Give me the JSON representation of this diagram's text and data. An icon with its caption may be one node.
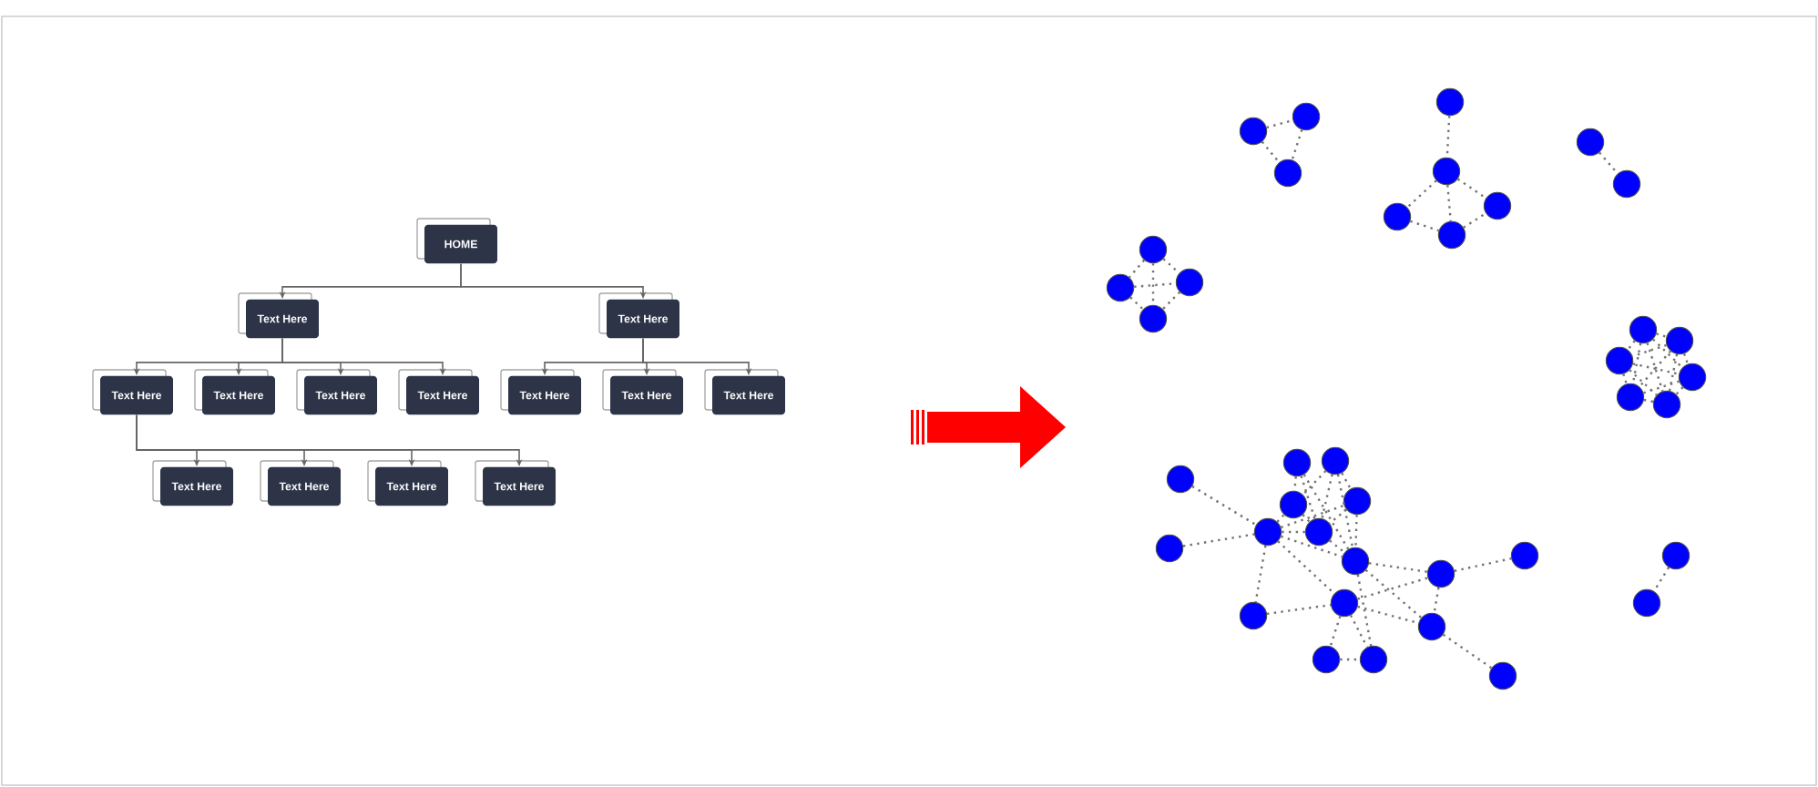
{
  "diagram": {
    "nodes": [
      {
        "text": [
          "HOME"
        ]
      },
      {
        "text": [
          "Text Here"
        ]
      },
      {
        "text": [
          "Text Here"
        ]
      },
      {
        "text": [
          "Text Here"
        ]
      },
      {
        "text": [
          "Text Here"
        ]
      },
      {
        "text": [
          "Text Here"
        ]
      },
      {
        "text": [
          "Text Here"
        ]
      },
      {
        "text": [
          "Text Here"
        ]
      },
      {
        "text": [
          "Text Here"
        ]
      },
      {
        "text": [
          "Text Here"
        ]
      },
      {
        "text": [
          "Text Here"
        ]
      },
      {
        "text": [
          "Text Here"
        ]
      },
      {
        "text": [
          "Text Here"
        ]
      },
      {
        "text": [
          "Text Here"
        ]
      },
      {
        "text": [],
        "shape": "circle"
      },
      {
        "text": [],
        "shape": "circle"
      },
      {
        "text": [],
        "shape": "circle"
      },
      {
        "text": [],
        "shape": "circle"
      },
      {
        "text": [],
        "shape": "circle"
      },
      {
        "text": [],
        "shape": "circle"
      },
      {
        "text": [],
        "shape": "circle"
      },
      {
        "text": [],
        "shape": "circle"
      },
      {
        "text": [],
        "shape": "circle"
      },
      {
        "text": [],
        "shape": "circle"
      },
      {
        "text": [],
        "shape": "circle"
      },
      {
        "text": [],
        "shape": "circle"
      },
      {
        "text": [],
        "shape": "circle"
      },
      {
        "text": [],
        "shape": "circle"
      },
      {
        "text": [],
        "shape": "circle"
      },
      {
        "text": [],
        "shape": "circle"
      },
      {
        "text": [],
        "shape": "circle"
      },
      {
        "text": [],
        "shape": "circle"
      },
      {
        "text": [],
        "shape": "circle"
      },
      {
        "text": [],
        "shape": "circle"
      },
      {
        "text": [],
        "shape": "circle"
      },
      {
        "text": [],
        "shape": "circle"
      },
      {
        "text": [],
        "shape": "circle"
      },
      {
        "text": [],
        "shape": "circle"
      },
      {
        "text": [],
        "shape": "circle"
      },
      {
        "text": [],
        "shape": "circle"
      },
      {
        "text": [],
        "shape": "circle"
      },
      {
        "text": [],
        "shape": "circle"
      },
      {
        "text": [],
        "shape": "circle"
      },
      {
        "text": [],
        "shape": "circle"
      },
      {
        "text": [],
        "shape": "circle"
      },
      {
        "text": [],
        "shape": "circle"
      },
      {
        "text": [],
        "shape": "circle"
      },
      {
        "text": [],
        "shape": "circle"
      },
      {
        "text": [],
        "shape": "circle"
      },
      {
        "text": [],
        "shape": "circle"
      },
      {
        "text": [],
        "shape": "circle"
      },
      {
        "text": [],
        "shape": "circle"
      },
      {
        "text": [],
        "shape": "circle"
      }
    ],
    "edges": [
      {
        "from": 0,
        "to": 1,
        "arrow": "to"
      },
      {
        "from": 0,
        "to": 2,
        "arrow": "to"
      },
      {
        "from": 1,
        "to": 3,
        "arrow": "to"
      },
      {
        "from": 1,
        "to": 4,
        "arrow": "to"
      },
      {
        "from": 1,
        "to": 5,
        "arrow": "to"
      },
      {
        "from": 1,
        "to": 6,
        "arrow": "to"
      },
      {
        "from": 2,
        "to": 7,
        "arrow": "to"
      },
      {
        "from": 2,
        "to": 8,
        "arrow": "to"
      },
      {
        "from": 2,
        "to": 9,
        "arrow": "to"
      },
      {
        "from": 3,
        "to": 10,
        "arrow": "to"
      },
      {
        "from": 3,
        "to": 11,
        "arrow": "to"
      },
      {
        "from": 3,
        "to": 12,
        "arrow": "to"
      },
      {
        "from": 3,
        "to": 13,
        "arrow": "to"
      },
      {
        "from": 14,
        "to": 15,
        "arrow": "none",
        "style": "dashed"
      },
      {
        "from": 15,
        "to": 16,
        "arrow": "none",
        "style": "dashed"
      },
      {
        "from": 14,
        "to": 16,
        "arrow": "none",
        "style": "dashed"
      },
      {
        "from": 17,
        "to": 18,
        "arrow": "none",
        "style": "dashed"
      },
      {
        "from": 18,
        "to": 19,
        "arrow": "none",
        "style": "dashed"
      },
      {
        "from": 18,
        "to": 20,
        "arrow": "none",
        "style": "dashed"
      },
      {
        "from": 18,
        "to": 21,
        "arrow": "none",
        "style": "dashed"
      },
      {
        "from": 19,
        "to": 20,
        "arrow": "none",
        "style": "dashed"
      },
      {
        "from": 20,
        "to": 21,
        "arrow": "none",
        "style": "dashed"
      },
      {
        "from": 22,
        "to": 23,
        "arrow": "none",
        "style": "dashed"
      },
      {
        "from": 24,
        "to": 25,
        "arrow": "none",
        "style": "dashed"
      },
      {
        "from": 24,
        "to": 26,
        "arrow": "none",
        "style": "dashed"
      },
      {
        "from": 24,
        "to": 27,
        "arrow": "none",
        "style": "dashed"
      },
      {
        "from": 25,
        "to": 26,
        "arrow": "none",
        "style": "dashed"
      },
      {
        "from": 25,
        "to": 27,
        "arrow": "none",
        "style": "dashed"
      },
      {
        "from": 26,
        "to": 27,
        "arrow": "none",
        "style": "dashed"
      },
      {
        "from": 28,
        "to": 29,
        "arrow": "none",
        "style": "dashed"
      },
      {
        "from": 28,
        "to": 30,
        "arrow": "none",
        "style": "dashed"
      },
      {
        "from": 28,
        "to": 31,
        "arrow": "none",
        "style": "dashed"
      },
      {
        "from": 28,
        "to": 32,
        "arrow": "none",
        "style": "dashed"
      },
      {
        "from": 28,
        "to": 33,
        "arrow": "none",
        "style": "dashed"
      },
      {
        "from": 29,
        "to": 30,
        "arrow": "none",
        "style": "dashed"
      },
      {
        "from": 29,
        "to": 31,
        "arrow": "none",
        "style": "dashed"
      },
      {
        "from": 29,
        "to": 32,
        "arrow": "none",
        "style": "dashed"
      },
      {
        "from": 29,
        "to": 33,
        "arrow": "none",
        "style": "dashed"
      },
      {
        "from": 30,
        "to": 31,
        "arrow": "none",
        "style": "dashed"
      },
      {
        "from": 30,
        "to": 32,
        "arrow": "none",
        "style": "dashed"
      },
      {
        "from": 30,
        "to": 33,
        "arrow": "none",
        "style": "dashed"
      },
      {
        "from": 31,
        "to": 32,
        "arrow": "none",
        "style": "dashed"
      },
      {
        "from": 31,
        "to": 33,
        "arrow": "none",
        "style": "dashed"
      },
      {
        "from": 32,
        "to": 33,
        "arrow": "none",
        "style": "dashed"
      },
      {
        "from": 34,
        "to": 35,
        "arrow": "none",
        "style": "dashed"
      },
      {
        "from": 36,
        "to": 42,
        "arrow": "none",
        "style": "dashed"
      },
      {
        "from": 41,
        "to": 42,
        "arrow": "none",
        "style": "dashed"
      },
      {
        "from": 42,
        "to": 39,
        "arrow": "none",
        "style": "dashed"
      },
      {
        "from": 42,
        "to": 40,
        "arrow": "none",
        "style": "dashed"
      },
      {
        "from": 42,
        "to": 43,
        "arrow": "none",
        "style": "dashed"
      },
      {
        "from": 42,
        "to": 44,
        "arrow": "none",
        "style": "dashed"
      },
      {
        "from": 42,
        "to": 48,
        "arrow": "none",
        "style": "dashed"
      },
      {
        "from": 42,
        "to": 47,
        "arrow": "none",
        "style": "dashed"
      },
      {
        "from": 47,
        "to": 48,
        "arrow": "none",
        "style": "dashed"
      },
      {
        "from": 37,
        "to": 39,
        "arrow": "none",
        "style": "dashed"
      },
      {
        "from": 37,
        "to": 43,
        "arrow": "none",
        "style": "dashed"
      },
      {
        "from": 38,
        "to": 39,
        "arrow": "none",
        "style": "dashed"
      },
      {
        "from": 38,
        "to": 43,
        "arrow": "none",
        "style": "dashed"
      },
      {
        "from": 38,
        "to": 40,
        "arrow": "none",
        "style": "dashed"
      },
      {
        "from": 39,
        "to": 43,
        "arrow": "none",
        "style": "dashed"
      },
      {
        "from": 40,
        "to": 43,
        "arrow": "none",
        "style": "dashed"
      },
      {
        "from": 40,
        "to": 44,
        "arrow": "none",
        "style": "dashed"
      },
      {
        "from": 37,
        "to": 44,
        "arrow": "none",
        "style": "dashed"
      },
      {
        "from": 43,
        "to": 44,
        "arrow": "none",
        "style": "dashed"
      },
      {
        "from": 38,
        "to": 44,
        "arrow": "none",
        "style": "dashed"
      },
      {
        "from": 44,
        "to": 45,
        "arrow": "none",
        "style": "dashed"
      },
      {
        "from": 44,
        "to": 49,
        "arrow": "none",
        "style": "dashed"
      },
      {
        "from": 44,
        "to": 51,
        "arrow": "none",
        "style": "dashed"
      },
      {
        "from": 48,
        "to": 45,
        "arrow": "none",
        "style": "dashed"
      },
      {
        "from": 48,
        "to": 49,
        "arrow": "none",
        "style": "dashed"
      },
      {
        "from": 48,
        "to": 50,
        "arrow": "none",
        "style": "dashed"
      },
      {
        "from": 48,
        "to": 51,
        "arrow": "none",
        "style": "dashed"
      },
      {
        "from": 50,
        "to": 51,
        "arrow": "none",
        "style": "dashed"
      },
      {
        "from": 45,
        "to": 49,
        "arrow": "none",
        "style": "dashed"
      },
      {
        "from": 45,
        "to": 46,
        "arrow": "none",
        "style": "dashed"
      },
      {
        "from": 49,
        "to": 52,
        "arrow": "none",
        "style": "dashed"
      }
    ]
  }
}
